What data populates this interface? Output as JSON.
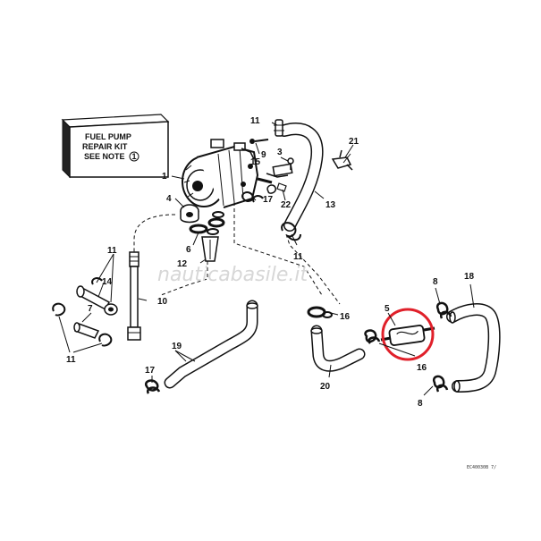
{
  "kit_note": {
    "line1": "FUEL PUMP",
    "line2": "REPAIR KIT",
    "line3": "SEE NOTE",
    "note_number": "1"
  },
  "watermark": "nauticabasile.it",
  "figure_code": "EC40030B  7/",
  "highlight_color": "#e0202a",
  "callouts": [
    {
      "id": "c1",
      "label": "1"
    },
    {
      "id": "c3",
      "label": "3"
    },
    {
      "id": "c4",
      "label": "4"
    },
    {
      "id": "c5",
      "label": "5"
    },
    {
      "id": "c6",
      "label": "6"
    },
    {
      "id": "c7",
      "label": "7"
    },
    {
      "id": "c8a",
      "label": "8"
    },
    {
      "id": "c8b",
      "label": "8"
    },
    {
      "id": "c9",
      "label": "9"
    },
    {
      "id": "c10",
      "label": "10"
    },
    {
      "id": "c11a",
      "label": "11"
    },
    {
      "id": "c11b",
      "label": "11"
    },
    {
      "id": "c11c",
      "label": "11"
    },
    {
      "id": "c11d",
      "label": "11"
    },
    {
      "id": "c12",
      "label": "12"
    },
    {
      "id": "c13",
      "label": "13"
    },
    {
      "id": "c14",
      "label": "14"
    },
    {
      "id": "c15",
      "label": "15"
    },
    {
      "id": "c16a",
      "label": "16"
    },
    {
      "id": "c16b",
      "label": "16"
    },
    {
      "id": "c17a",
      "label": "17"
    },
    {
      "id": "c17b",
      "label": "17"
    },
    {
      "id": "c18",
      "label": "18"
    },
    {
      "id": "c19",
      "label": "19"
    },
    {
      "id": "c20",
      "label": "20"
    },
    {
      "id": "c21",
      "label": "21"
    },
    {
      "id": "c22",
      "label": "22"
    }
  ]
}
